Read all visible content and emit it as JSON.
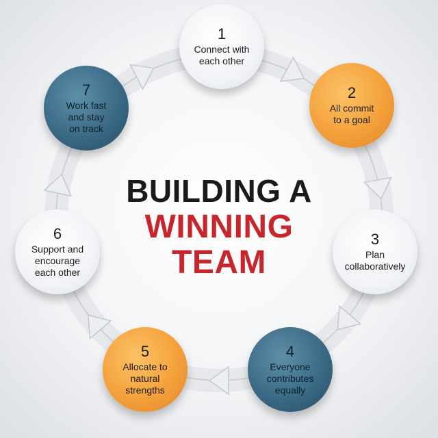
{
  "title": {
    "line1": "BUILDING A",
    "line2": "WINNING",
    "line3": "TEAM"
  },
  "colors": {
    "title_dark": "#1a1a1a",
    "title_red": "#c8262d",
    "orange": "#f4a13b",
    "blue": "#3b6a86",
    "white": "#f1f3f6",
    "arrow": "#d4d7db"
  },
  "steps": [
    {
      "number": "1",
      "label": "Connect with\neach other",
      "color": "white"
    },
    {
      "number": "2",
      "label": "All commit\nto a goal",
      "color": "orange"
    },
    {
      "number": "3",
      "label": "Plan\ncollaboratively",
      "color": "white"
    },
    {
      "number": "4",
      "label": "Everyone\ncontributes\nequally",
      "color": "blue"
    },
    {
      "number": "5",
      "label": "Allocate to\nnatural\nstrengths",
      "color": "orange"
    },
    {
      "number": "6",
      "label": "Support and\nencourage\neach other",
      "color": "white"
    },
    {
      "number": "7",
      "label": "Work fast\nand stay\non track",
      "color": "blue"
    }
  ]
}
